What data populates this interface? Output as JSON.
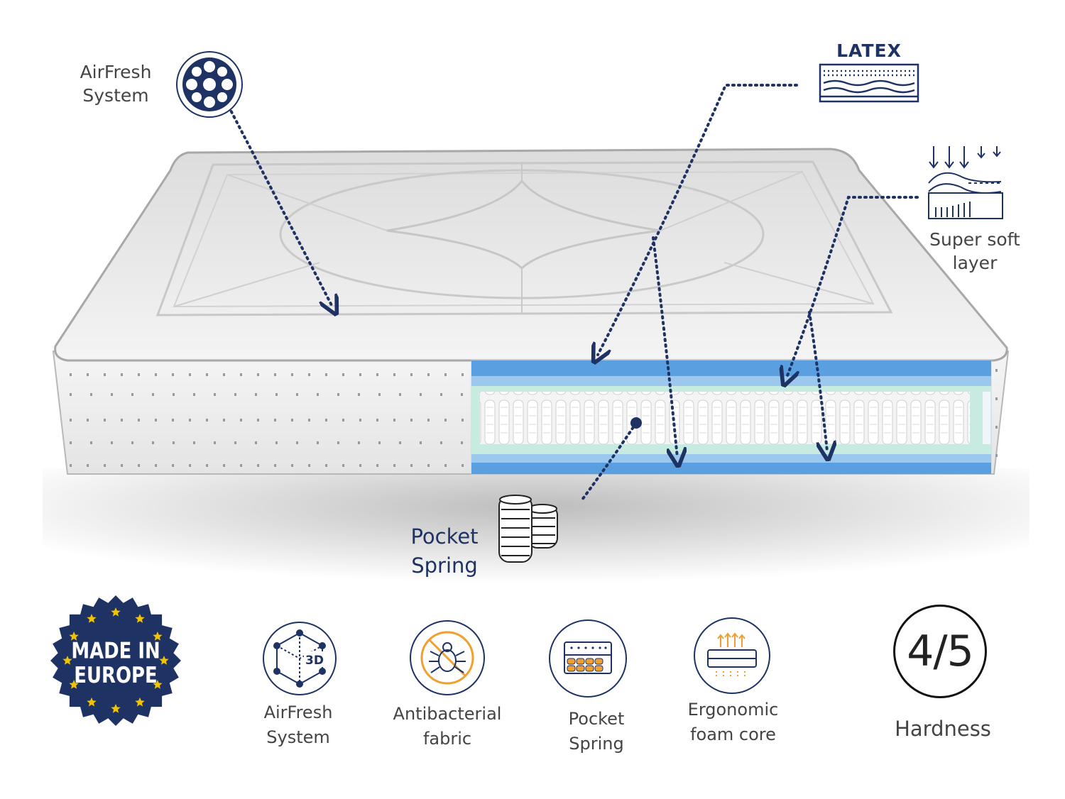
{
  "callouts": {
    "airfresh": [
      "AirFresh",
      "System"
    ],
    "latex": "LATEX",
    "super_soft": [
      "Super soft",
      "layer"
    ],
    "pocket_spring": [
      "Pocket",
      "Spring"
    ]
  },
  "badge": {
    "lines": [
      "MADE IN",
      "EUROPE"
    ],
    "color": "#1f3264",
    "star_color": "#f2c400"
  },
  "features": [
    {
      "icon": "3d-cube-icon",
      "badge_text": "3D",
      "label": [
        "AirFresh",
        "System"
      ]
    },
    {
      "icon": "no-mite-icon",
      "label": [
        "Antibacterial",
        "fabric"
      ]
    },
    {
      "icon": "spring-mattress-icon",
      "label": [
        "Pocket",
        "Spring"
      ]
    },
    {
      "icon": "ergonomic-foam-icon",
      "label": [
        "Ergonomic",
        "foam core"
      ]
    }
  ],
  "hardness": {
    "value": "4/5",
    "label": "Hardness"
  },
  "colors": {
    "navy": "#1f3264",
    "layer_blue": "#5aa0e0",
    "core_mint": "#c7ebe0",
    "orange": "#f0a030"
  }
}
